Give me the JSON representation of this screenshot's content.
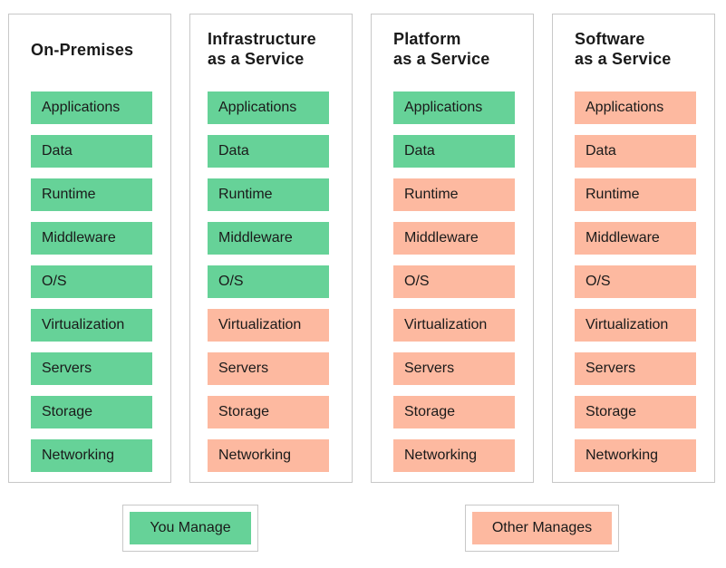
{
  "colors": {
    "you_manage": "#66d298",
    "other_manages": "#fdb9a0",
    "border": "#c8c8c8"
  },
  "columns": [
    {
      "title": "On-Premises",
      "layers": [
        "Applications",
        "Data",
        "Runtime",
        "Middleware",
        "O/S",
        "Virtualization",
        "Servers",
        "Storage",
        "Networking"
      ],
      "managed_by": [
        "you",
        "you",
        "you",
        "you",
        "you",
        "you",
        "you",
        "you",
        "you"
      ]
    },
    {
      "title": "Infrastructure\nas a Service",
      "layers": [
        "Applications",
        "Data",
        "Runtime",
        "Middleware",
        "O/S",
        "Virtualization",
        "Servers",
        "Storage",
        "Networking"
      ],
      "managed_by": [
        "you",
        "you",
        "you",
        "you",
        "you",
        "other",
        "other",
        "other",
        "other"
      ]
    },
    {
      "title": "Platform\nas a Service",
      "layers": [
        "Applications",
        "Data",
        "Runtime",
        "Middleware",
        "O/S",
        "Virtualization",
        "Servers",
        "Storage",
        "Networking"
      ],
      "managed_by": [
        "you",
        "you",
        "other",
        "other",
        "other",
        "other",
        "other",
        "other",
        "other"
      ]
    },
    {
      "title": "Software\nas a Service",
      "layers": [
        "Applications",
        "Data",
        "Runtime",
        "Middleware",
        "O/S",
        "Virtualization",
        "Servers",
        "Storage",
        "Networking"
      ],
      "managed_by": [
        "other",
        "other",
        "other",
        "other",
        "other",
        "other",
        "other",
        "other",
        "other"
      ]
    }
  ],
  "legend": {
    "you_manage": "You Manage",
    "other_manages": "Other Manages"
  }
}
